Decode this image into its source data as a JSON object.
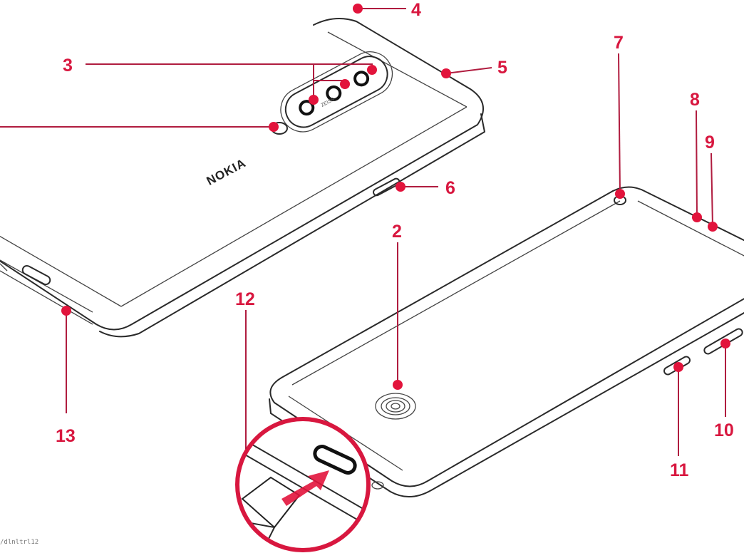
{
  "diagram": {
    "brand_text": "NOKIA",
    "camera_mark": "ZEISS",
    "watermark": "/dlnltrl12",
    "accent_color": "#d8173f",
    "callouts": [
      {
        "id": "2",
        "label": "2"
      },
      {
        "id": "3",
        "label": "3"
      },
      {
        "id": "4",
        "label": "4"
      },
      {
        "id": "5",
        "label": "5"
      },
      {
        "id": "6",
        "label": "6"
      },
      {
        "id": "7",
        "label": "7"
      },
      {
        "id": "8",
        "label": "8"
      },
      {
        "id": "9",
        "label": "9"
      },
      {
        "id": "10",
        "label": "10"
      },
      {
        "id": "11",
        "label": "11"
      },
      {
        "id": "12",
        "label": "12"
      },
      {
        "id": "13",
        "label": "13"
      }
    ]
  }
}
